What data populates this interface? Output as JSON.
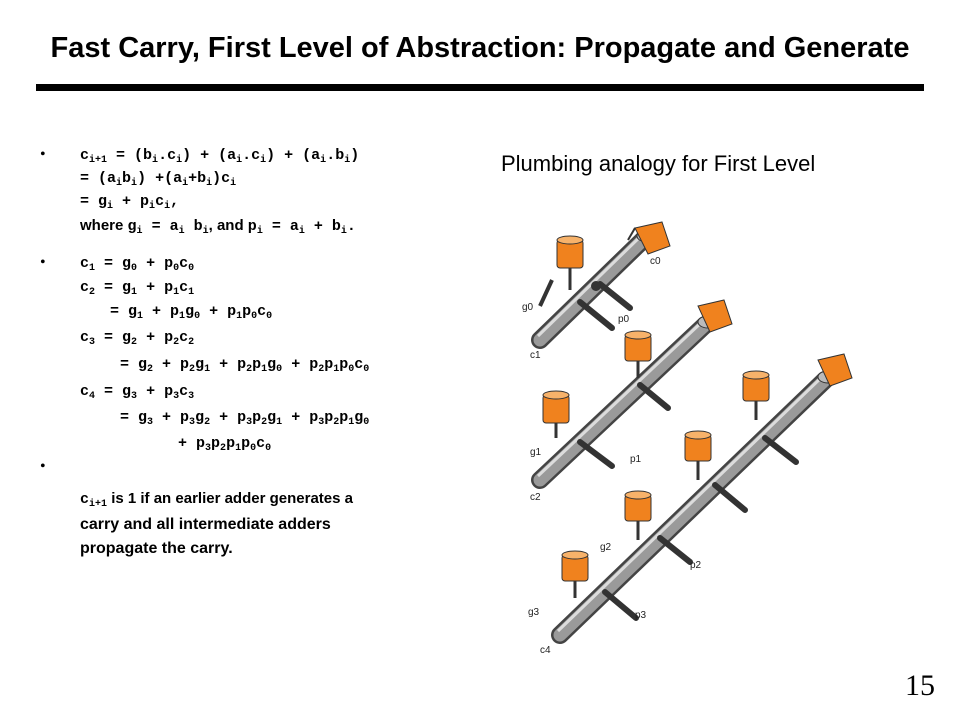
{
  "title": "Fast Carry, First Level of Abstraction: Propagate and Generate",
  "bullet_marker": "•",
  "caption": "Plumbing analogy for First Level",
  "page_number": "15",
  "diagram_labels": {
    "c0": "c0",
    "c1": "c1",
    "c2": "c2",
    "c4": "c4",
    "g0": "g0",
    "g1": "g1",
    "g2": "g2",
    "g3": "g3",
    "p0": "p0",
    "p1": "p1",
    "p2": "p2",
    "p3": "p3"
  },
  "colors": {
    "water": "#f0821e",
    "pipe": "#7d7d7d",
    "text": "#000000"
  }
}
